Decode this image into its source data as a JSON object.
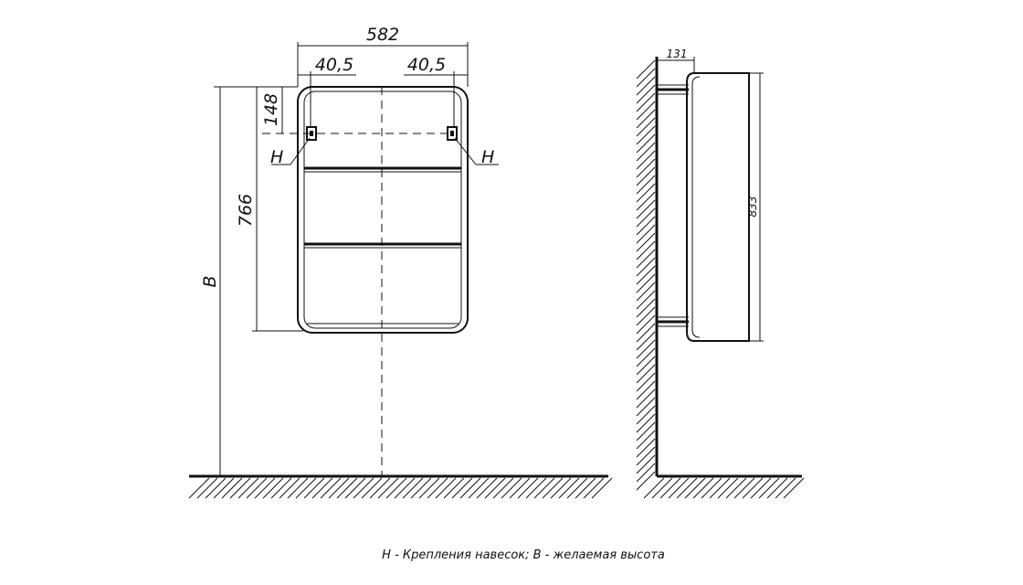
{
  "dimensions": {
    "overall_width": "582",
    "left_offset": "40,5",
    "right_offset": "40,5",
    "top_to_hanger": "148",
    "hanger_to_bottom": "766",
    "desired_height": "B",
    "depth": "131",
    "height": "833"
  },
  "labels": {
    "hanger_left": "H",
    "hanger_right": "H"
  },
  "legend": "H - Крепления навесок; B - желаемая высота"
}
